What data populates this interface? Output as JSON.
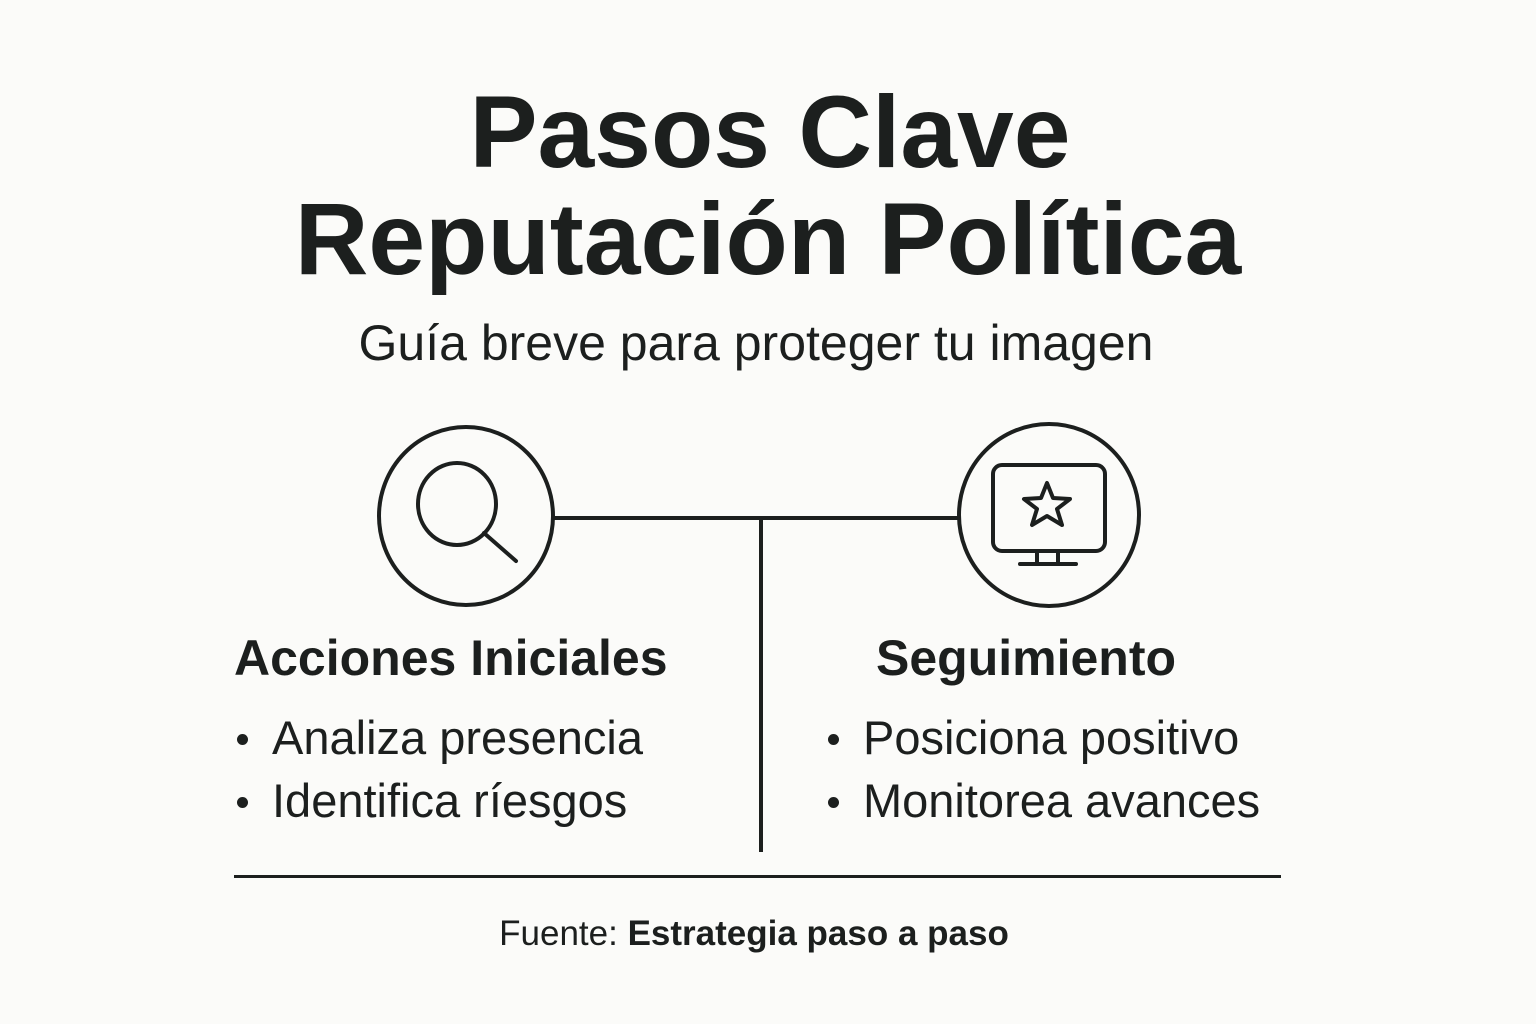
{
  "title": {
    "line1": "Pasos Clave",
    "line2": "Reputación Política"
  },
  "subtitle": "Guía breve para proteger tu imagen",
  "columns": [
    {
      "icon": "search-icon",
      "heading": "Acciones Iniciales",
      "bullets": [
        "Analiza presencia",
        "Identifica ríesgos"
      ]
    },
    {
      "icon": "monitor-star-icon",
      "heading": "Seguimiento",
      "bullets": [
        "Posiciona positivo",
        "Monitorea avances"
      ]
    }
  ],
  "source": {
    "label": "Fuente: ",
    "value": "Estrategia paso a paso"
  },
  "colors": {
    "background": "#fbfbf9",
    "ink": "#1c1f1e"
  }
}
